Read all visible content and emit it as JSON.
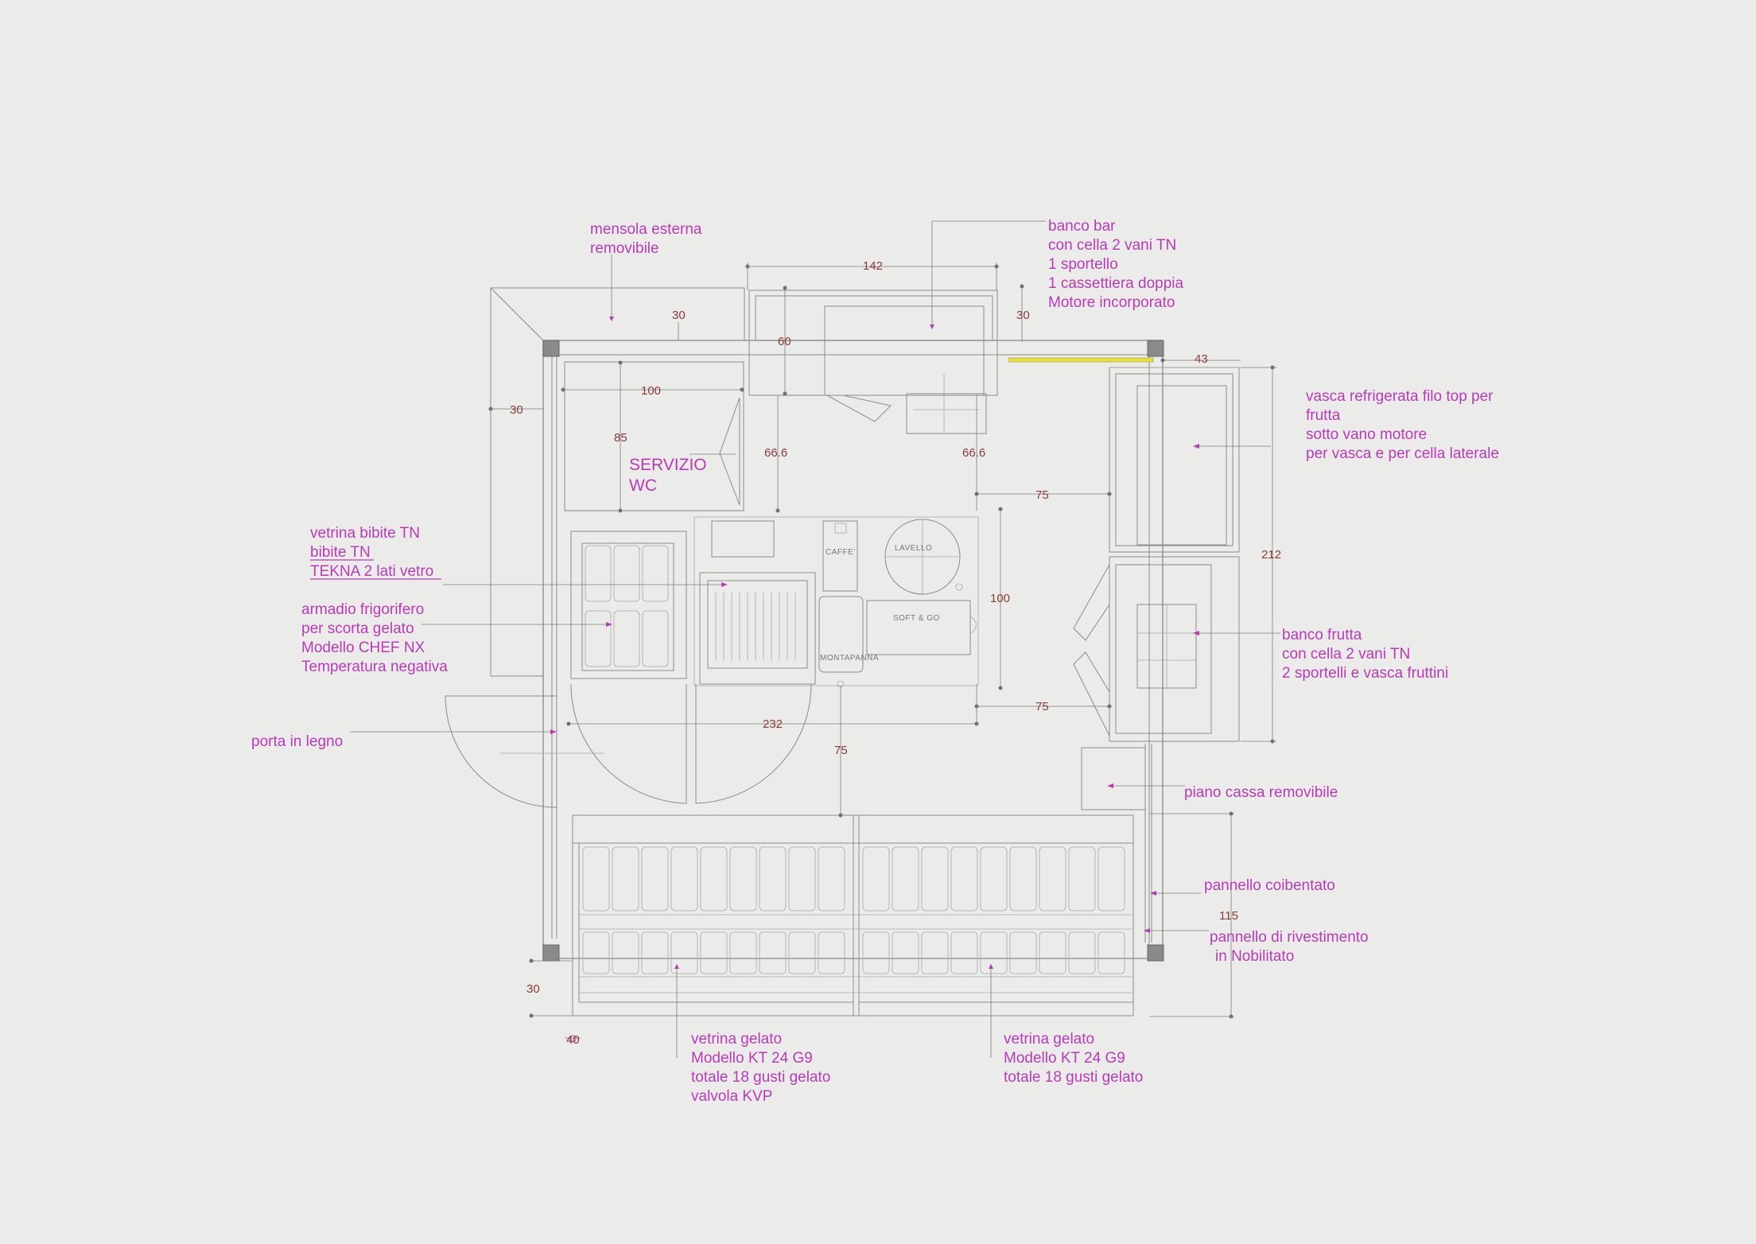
{
  "labels": {
    "mensola": [
      "mensola esterna",
      "removibile"
    ],
    "banco_bar": [
      "banco bar",
      "con cella 2 vani TN",
      "1 sportello",
      "1 cassettiera doppia",
      "Motore  incorporato"
    ],
    "vasca": [
      "vasca refrigerata filo top per",
      "frutta",
      "sotto vano motore",
      "per vasca e per cella laterale"
    ],
    "servizio_wc": [
      "SERVIZIO",
      "WC"
    ],
    "vetrina_bibite": [
      "vetrina bibite TN",
      "bibite TN",
      "TEKNA 2 lati vetro"
    ],
    "armadio": [
      "armadio frigorifero",
      "per scorta gelato",
      "Modello CHEF NX",
      "Temperatura negativa"
    ],
    "porta": "porta in legno",
    "banco_frutta": [
      "banco frutta",
      "con cella 2 vani TN",
      "2 sportelli  e vasca fruttini"
    ],
    "piano_cassa": "piano cassa removibile",
    "pannello_coib": "pannello coibentato",
    "pannello_riv": [
      "pannello di rivestimento",
      "in Nobilitato"
    ],
    "vetrina_gelato_1": [
      "vetrina gelato",
      "Modello KT 24 G9",
      "totale 18 gusti gelato",
      "valvola KVP"
    ],
    "vetrina_gelato_2": [
      "vetrina gelato",
      "Modello KT 24 G9",
      "totale 18 gusti gelato"
    ]
  },
  "equipment": {
    "caffe": "CAFFE'",
    "lavello": "LAVELLO",
    "soft_go": "SOFT  &  GO",
    "montapanna": "MONTAPANNA"
  },
  "dimensions": {
    "d142": "142",
    "d30_top_left": "30",
    "d30_top_right": "30",
    "d60": "60",
    "d43": "43",
    "d100_wc": "100",
    "d30_left": "30",
    "d85": "85",
    "d66_6_a": "66.6",
    "d66_6_b": "66.6",
    "d75_a": "75",
    "d212": "212",
    "d100_right": "100",
    "d75_b": "75",
    "d232": "232",
    "d75_c": "75",
    "d115": "115",
    "d30_bottom": "30",
    "d40": "40"
  },
  "colors": {
    "background": "#ebecea",
    "annotation": "#b83ab8",
    "dimension": "#8a3a3a",
    "line": "#8a8a8a",
    "highlight_bar": "#e8e03a"
  }
}
